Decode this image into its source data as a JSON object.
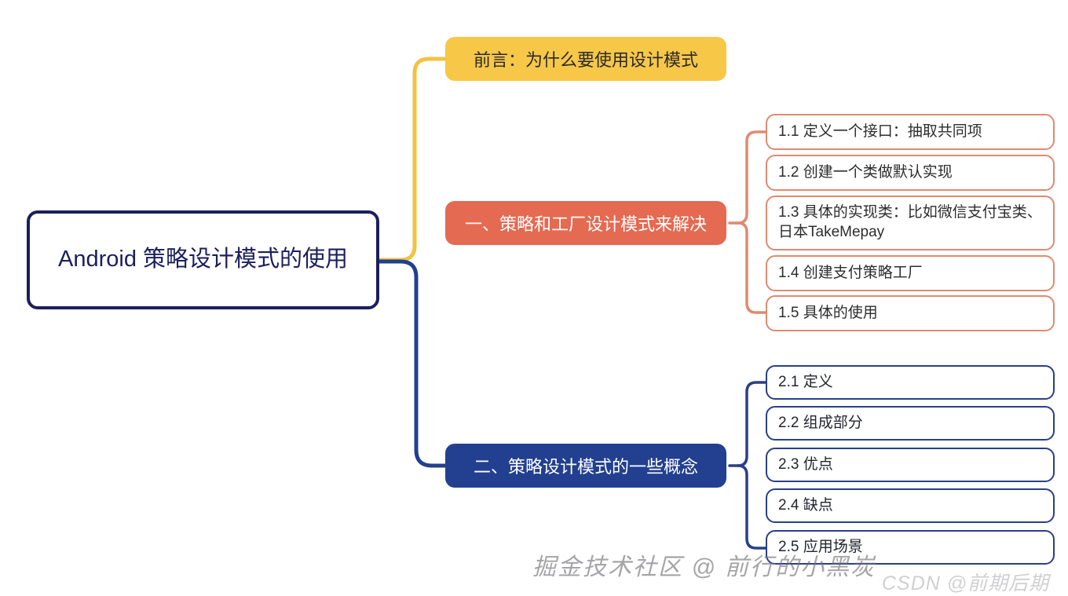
{
  "mindmap": {
    "root": {
      "label": "Android 策略设计模式的使用",
      "border_color": "#1b1f5c",
      "text_color": "#1b1f5c"
    },
    "branches": [
      {
        "id": "preface",
        "label": "前言：为什么要使用设计模式",
        "fill_color": "#f7c748",
        "text_color": "#2a2a2a",
        "connector_color": "#f4c242",
        "children": []
      },
      {
        "id": "section-1",
        "label": "一、策略和工厂设计模式来解决",
        "fill_color": "#e56a52",
        "text_color": "#ffffff",
        "connector_color": "#e08a70",
        "children": [
          {
            "id": "1-1",
            "label": "1.1 定义一个接口：抽取共同项"
          },
          {
            "id": "1-2",
            "label": "1.2 创建一个类做默认实现"
          },
          {
            "id": "1-3",
            "label": "1.3 具体的实现类：比如微信支付宝类、日本TakeMepay"
          },
          {
            "id": "1-4",
            "label": "1.4 创建支付策略工厂"
          },
          {
            "id": "1-5",
            "label": "1.5 具体的使用"
          }
        ]
      },
      {
        "id": "section-2",
        "label": "二、策略设计模式的一些概念",
        "fill_color": "#22408f",
        "text_color": "#ffffff",
        "connector_color": "#2a3f86",
        "children": [
          {
            "id": "2-1",
            "label": "2.1 定义"
          },
          {
            "id": "2-2",
            "label": "2.2 组成部分"
          },
          {
            "id": "2-3",
            "label": "2.3 优点"
          },
          {
            "id": "2-4",
            "label": "2.4 缺点"
          },
          {
            "id": "2-5",
            "label": "2.5 应用场景"
          }
        ]
      }
    ],
    "watermarks": [
      {
        "id": "juejin",
        "text": "掘金技术社区 @ 前行的小黑炭"
      },
      {
        "id": "csdn",
        "text": "CSDN @前期后期"
      }
    ]
  }
}
